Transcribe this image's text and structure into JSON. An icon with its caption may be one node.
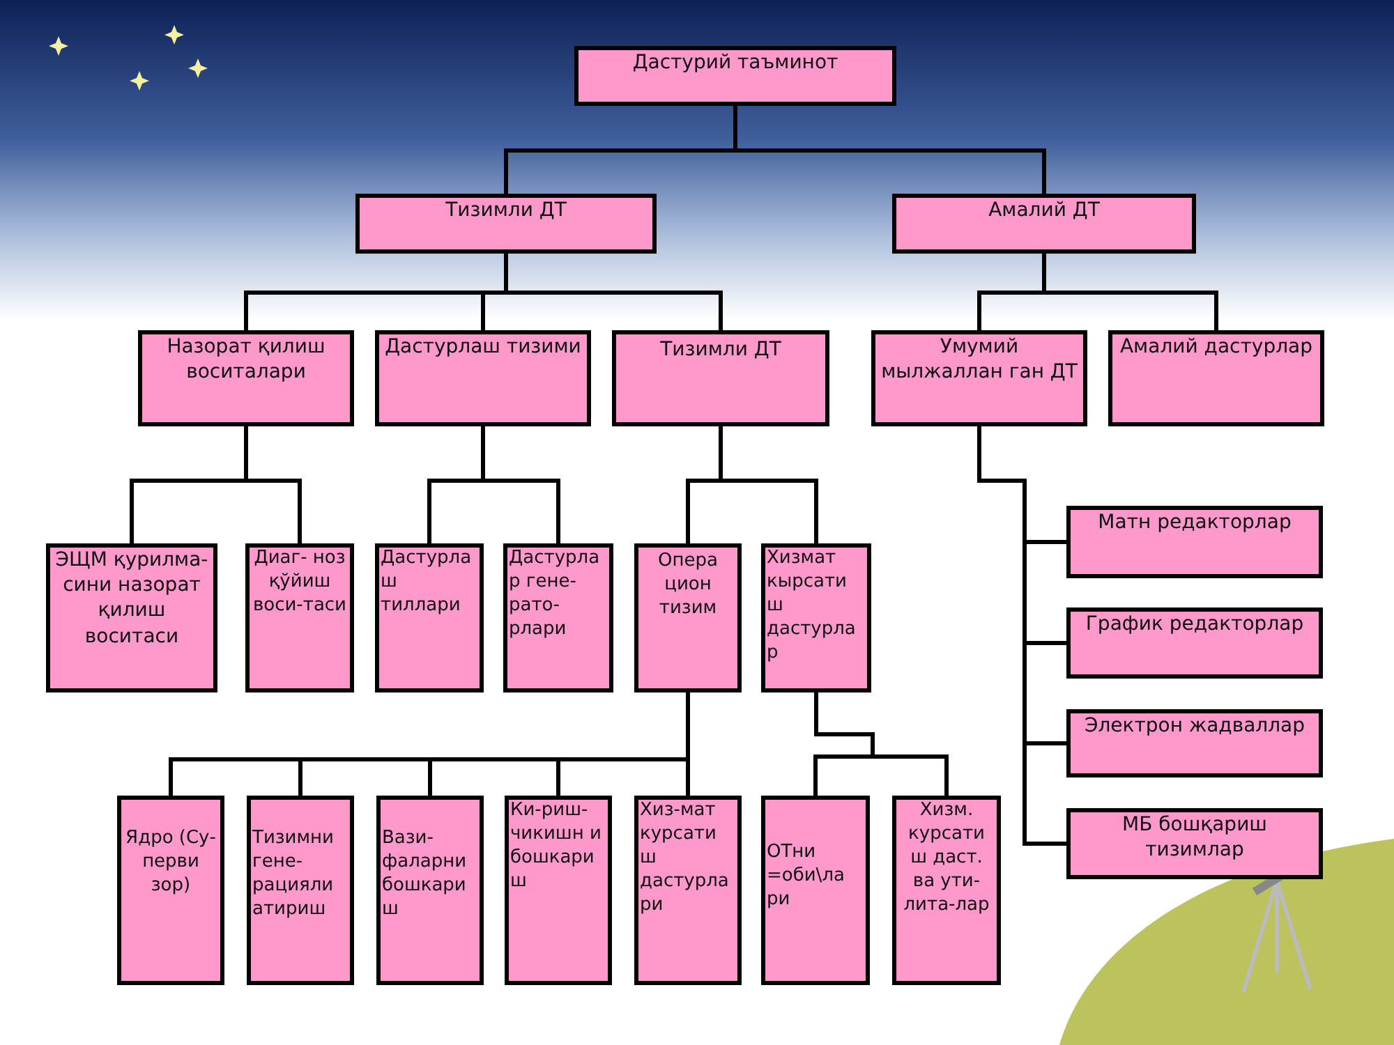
{
  "diagram": {
    "nodes": [
      {
        "text": [
          "Дастурий таъминот"
        ]
      },
      {
        "text": [
          "Тизимли ДТ"
        ]
      },
      {
        "text": [
          "Амалий ДТ"
        ]
      },
      {
        "text": [
          "Назорат қилиш воситалари"
        ]
      },
      {
        "text": [
          "Дастурлаш тизими"
        ]
      },
      {
        "text": [
          "Тизимли ДТ"
        ]
      },
      {
        "text": [
          "Умумий мылжаллан ган ДТ"
        ]
      },
      {
        "text": [
          "Амалий дастурлар"
        ]
      },
      {
        "text": [
          "ЭЩМ қурилма- сини назорат қилиш воситаси"
        ]
      },
      {
        "text": [
          "Диаг- ноз қўйиш воси-таси"
        ]
      },
      {
        "text": [
          "Дастурла ш тиллари"
        ]
      },
      {
        "text": [
          "Дастурла р гене- рато- рлари"
        ]
      },
      {
        "text": [
          "Опера цион тизим"
        ]
      },
      {
        "text": [
          "Хизмат кырсати ш дастурла р"
        ]
      },
      {
        "text": [
          "Матн редакторлар"
        ]
      },
      {
        "text": [
          "График редакторлар"
        ]
      },
      {
        "text": [
          "Электрон жадваллар"
        ]
      },
      {
        "text": [
          "МБ бошқариш тизимлар"
        ]
      },
      {
        "text": [
          "Ядро (Су- перви зор)"
        ]
      },
      {
        "text": [
          "Тизимни гене- рацияли атириш"
        ]
      },
      {
        "text": [
          "Вази- фаларни бошкари ш"
        ]
      },
      {
        "text": [
          "Ки-риш- чикишн и бошкари ш"
        ]
      },
      {
        "text": [
          "Хиз-мат курсати ш дастурла ри"
        ]
      },
      {
        "text": [
          "ОТни =оби\\ла ри"
        ]
      },
      {
        "text": [
          "Хизм. курсати ш даст. ва ути- лита-лар"
        ]
      }
    ],
    "edges": [
      {
        "from": 0,
        "to": 1,
        "arrow": "none"
      },
      {
        "from": 0,
        "to": 2,
        "arrow": "none"
      },
      {
        "from": 1,
        "to": 3,
        "arrow": "none"
      },
      {
        "from": 1,
        "to": 4,
        "arrow": "none"
      },
      {
        "from": 1,
        "to": 5,
        "arrow": "none"
      },
      {
        "from": 2,
        "to": 6,
        "arrow": "none"
      },
      {
        "from": 2,
        "to": 7,
        "arrow": "none"
      },
      {
        "from": 3,
        "to": 8,
        "arrow": "none"
      },
      {
        "from": 3,
        "to": 9,
        "arrow": "none"
      },
      {
        "from": 4,
        "to": 10,
        "arrow": "none"
      },
      {
        "from": 4,
        "to": 11,
        "arrow": "none"
      },
      {
        "from": 5,
        "to": 12,
        "arrow": "none"
      },
      {
        "from": 5,
        "to": 13,
        "arrow": "none"
      },
      {
        "from": 6,
        "to": 14,
        "arrow": "none"
      },
      {
        "from": 6,
        "to": 15,
        "arrow": "none"
      },
      {
        "from": 6,
        "to": 16,
        "arrow": "none"
      },
      {
        "from": 6,
        "to": 17,
        "arrow": "none"
      },
      {
        "from": 12,
        "to": 18,
        "arrow": "none"
      },
      {
        "from": 12,
        "to": 19,
        "arrow": "none"
      },
      {
        "from": 12,
        "to": 20,
        "arrow": "none"
      },
      {
        "from": 12,
        "to": 21,
        "arrow": "none"
      },
      {
        "from": 12,
        "to": 22,
        "arrow": "none"
      },
      {
        "from": 13,
        "to": 23,
        "arrow": "none"
      },
      {
        "from": 13,
        "to": 24,
        "arrow": "none"
      }
    ]
  }
}
